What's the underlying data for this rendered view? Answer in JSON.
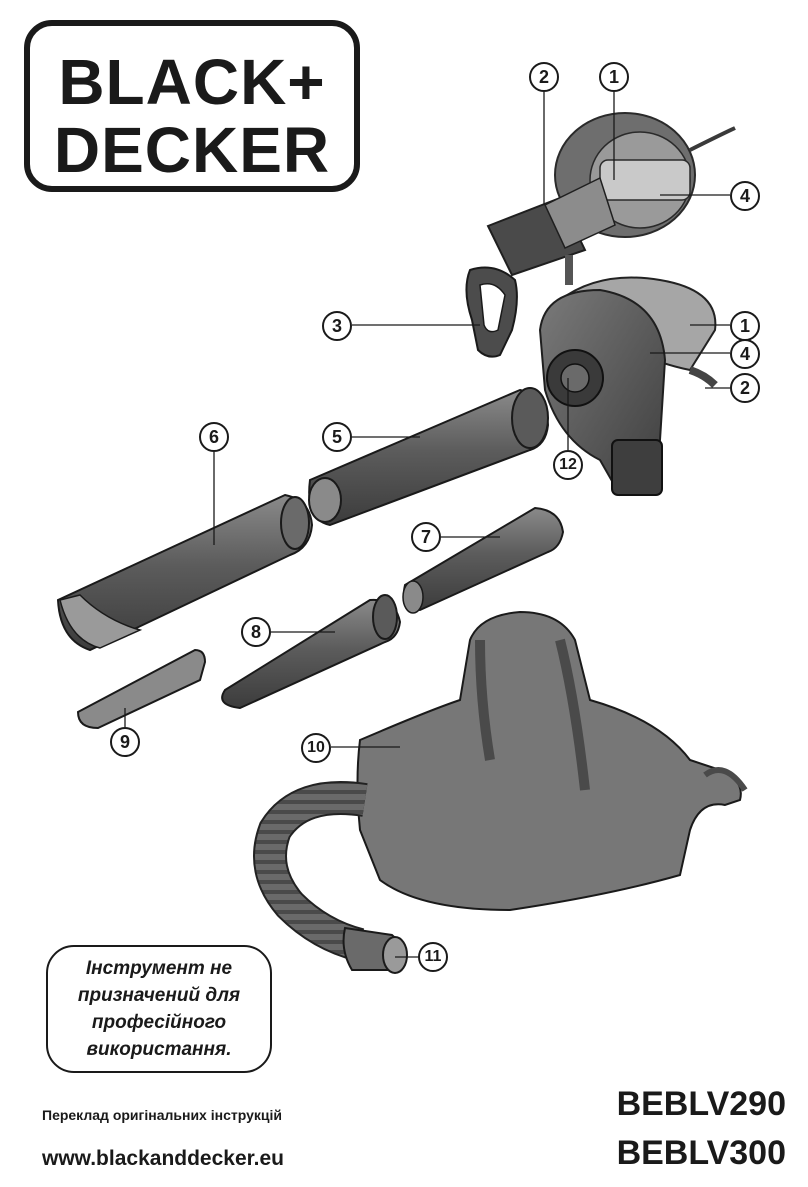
{
  "brand": {
    "line1": "BLACK+",
    "line2": "DECKER"
  },
  "callouts": {
    "c1a": "1",
    "c2a": "2",
    "c4a": "4",
    "c3": "3",
    "c1b": "1",
    "c4b": "4",
    "c2b": "2",
    "c5": "5",
    "c6": "6",
    "c12": "12",
    "c7": "7",
    "c8": "8",
    "c9": "9",
    "c10": "10",
    "c11": "11"
  },
  "note": {
    "lines": [
      "Інструмент не",
      "призначений для",
      "професійного",
      "використання."
    ]
  },
  "footer": {
    "translation": "Переклад оригінальних інструкцій",
    "website": "www.blackanddecker.eu",
    "models": [
      "BEBLV290",
      "BEBLV300"
    ]
  }
}
